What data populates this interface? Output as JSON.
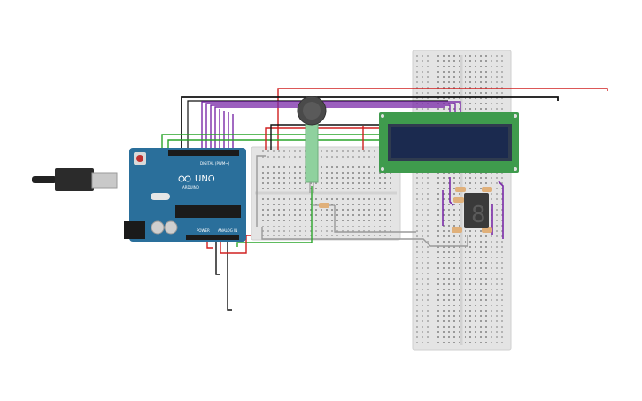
{
  "arduino": {
    "brand": "ARDUINO",
    "model": "UNO",
    "digital_label": "DIGITAL (PWM~)",
    "power_label": "POWER",
    "analog_label": "ANALOG IN"
  },
  "seven_segment": {
    "digit": "8"
  },
  "colors": {
    "board": "#2a6f9b",
    "breadboard": "#e6e6e6",
    "lcd_pcb": "#3f9b4d",
    "lcd_screen": "#1b2a4f",
    "wire_red": "#d02020",
    "wire_black": "#111111",
    "wire_green": "#2aa52a",
    "wire_purple": "#7a2aa8",
    "wire_gray": "#9a9a9a"
  }
}
